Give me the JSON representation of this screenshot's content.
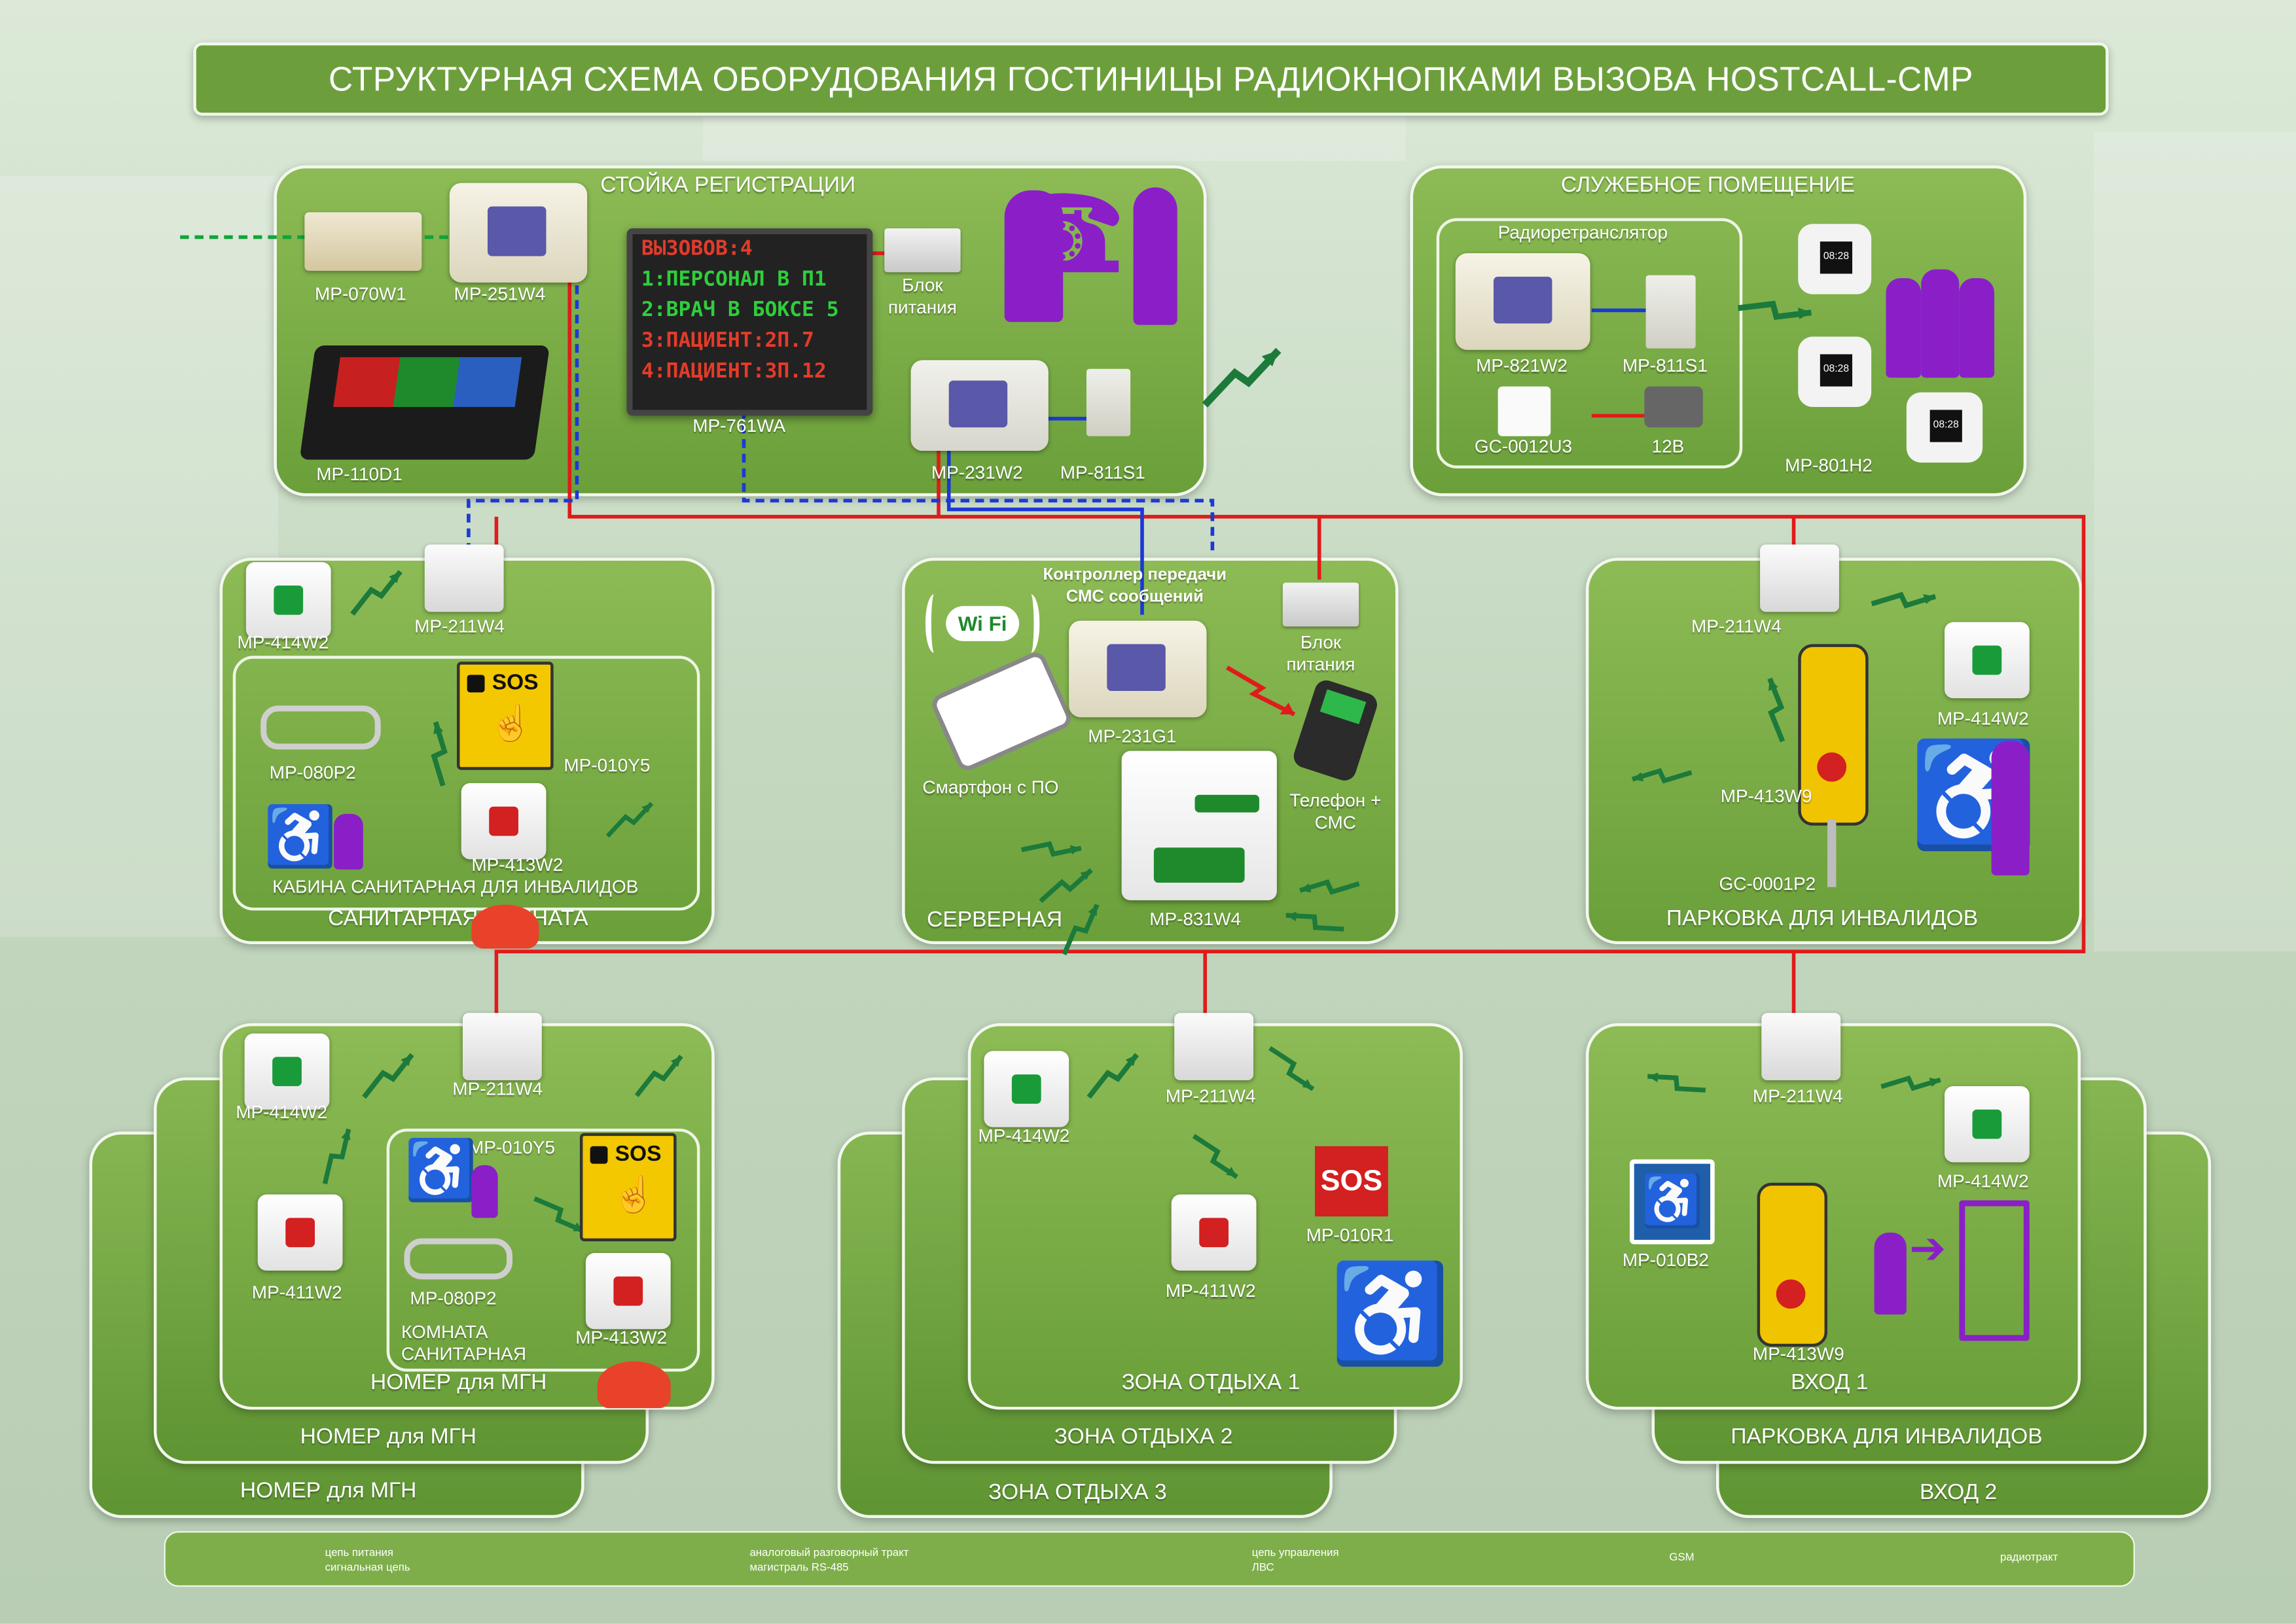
{
  "title": "СТРУКТУРНАЯ СХЕМА ОБОРУДОВАНИЯ ГОСТИНИЦЫ РАДИОКНОПКАМИ ВЫЗОВА HOSTCALL-CMP",
  "colors": {
    "power": "#e01b1b",
    "signal": "#ff8a00",
    "audio": "#12a33a",
    "rs485": "#1c39d6",
    "control": "#1c39d6",
    "lan": "#12a33a",
    "radio": "#1c7a3a",
    "gsm": "#e01b1b",
    "icon": "#8a1fc8"
  },
  "reception": {
    "title": "СТОЙКА РЕГИСТРАЦИИ",
    "mp070w1": "MP-070W1",
    "mp251w4": "MP-251W4",
    "mp110d1": "MP-110D1",
    "mp761wa": "MP-761WA",
    "psu": "Блок питания",
    "mp231w2": "MP-231W2",
    "mp811s1": "MP-811S1",
    "display": {
      "line1": "ВЫЗОВОВ:4",
      "line2": "1:ПЕРСОНАЛ В П1",
      "line3": "2:ВРАЧ В БОКСЕ 5",
      "line4": "3:ПАЦИЕНТ:2П.7",
      "line5": "4:ПАЦИЕНТ:3П.12"
    }
  },
  "service": {
    "title": "СЛУЖЕБНОЕ ПОМЕЩЕНИЕ",
    "repeater": "Радиоретранслятор",
    "mp821w2": "MP-821W2",
    "mp811s1": "MP-811S1",
    "gc0012u3": "GC-0012U3",
    "v12": "12В",
    "mp801h2": "MP-801H2",
    "watch_time": "08:28"
  },
  "sanitary": {
    "title": "САНИТАРНАЯ КОМНАТА",
    "cabin": "КАБИНА САНИТАРНАЯ ДЛЯ ИНВАЛИДОВ",
    "mp414w2": "MP-414W2",
    "mp211w4": "MP-211W4",
    "mp080p2": "MP-080P2",
    "mp010y5": "MP-010Y5",
    "mp413w2": "MP-413W2",
    "sos": "SOS"
  },
  "server": {
    "title": "СЕРВЕРНАЯ",
    "controller": "Контроллер передачи СМС сообщений",
    "mp231g1": "MP-231G1",
    "smartphone": "Смартфон с ПО",
    "psu": "Блок питания",
    "phone": "Телефон + СМС",
    "mp831w4": "MP-831W4",
    "wifi": "Wi Fi"
  },
  "parking": {
    "title": "ПАРКОВКА ДЛЯ ИНВАЛИДОВ",
    "mp211w4": "MP-211W4",
    "mp414w2": "MP-414W2",
    "mp413w9": "MP-413W9",
    "gc0001p2": "GC-0001P2"
  },
  "room": {
    "title": "НОМЕР для МГН",
    "title2": "НОМЕР для МГН",
    "title3": "НОМЕР для МГН",
    "mp414w2": "MP-414W2",
    "mp211w4": "MP-211W4",
    "mp411w2": "MP-411W2",
    "mp010y5": "MP-010Y5",
    "mp080p2": "MP-080P2",
    "bath": "КОМНАТА САНИТАРНАЯ",
    "mp413w2": "MP-413W2",
    "sos": "SOS"
  },
  "rest": {
    "title": "ЗОНА ОТДЫХА 1",
    "title2": "ЗОНА ОТДЫХА 2",
    "title3": "ЗОНА ОТДЫХА 3",
    "mp414w2": "MP-414W2",
    "mp211w4": "MP-211W4",
    "mp411w2": "MP-411W2",
    "mp010r1": "MP-010R1",
    "sos": "SOS"
  },
  "entrance": {
    "title": "ВХОД 1",
    "title2": "ПАРКОВКА ДЛЯ ИНВАЛИДОВ",
    "title3": "ВХОД 2",
    "mp211w4": "MP-211W4",
    "mp414w2": "MP-414W2",
    "mp010b2": "MP-010B2",
    "mp413w9": "MP-413W9"
  },
  "legend": {
    "power": "цепь питания",
    "signal": "сигнальная цепь",
    "audio": "аналоговый разговорный тракт",
    "rs485": "магистраль RS-485",
    "control": "цепь управления",
    "lan": "ЛВС",
    "gsm": "GSM",
    "radio": "радиотракт"
  }
}
